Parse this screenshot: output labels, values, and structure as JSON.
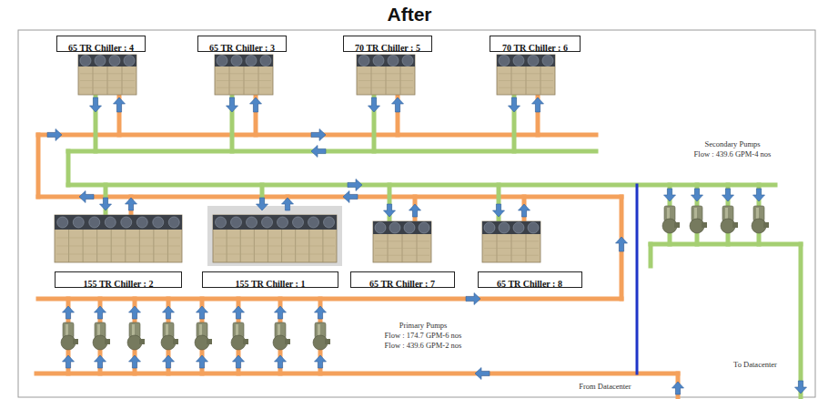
{
  "diagram": {
    "title": "After",
    "nodes": [
      {
        "text": [
          "65 TR Chiller : 4"
        ]
      },
      {
        "text": [
          "65 TR Chiller : 3"
        ]
      },
      {
        "text": [
          "70 TR Chiller : 5"
        ]
      },
      {
        "text": [
          "70 TR Chiller : 6"
        ]
      },
      {
        "text": [
          "155 TR Chiller : 2"
        ]
      },
      {
        "text": [
          "155 TR Chiller : 1"
        ]
      },
      {
        "text": [
          "65 TR Chiller : 7"
        ]
      },
      {
        "text": [
          "65 TR Chiller : 8"
        ]
      }
    ],
    "labels": [
      "Secondary Pumps",
      "Flow : 439.6 GPM-4 nos",
      "Primary Pumps",
      "Flow : 174.7 GPM-6 nos",
      "Flow : 439.6 GPM-2 nos",
      "From Datacenter",
      "To Datacenter"
    ]
  }
}
